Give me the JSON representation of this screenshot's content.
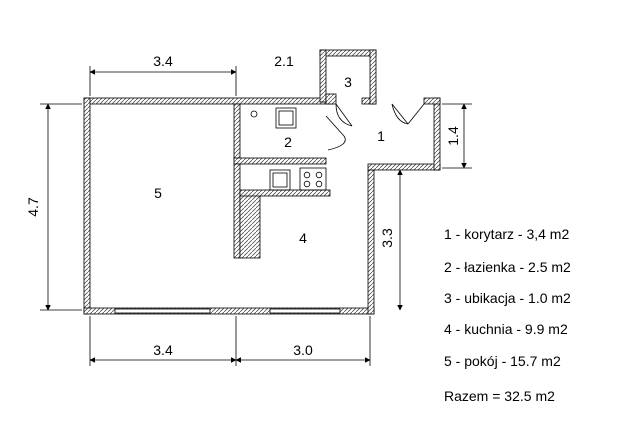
{
  "dimensions": {
    "top_left": "3.4",
    "top_right": "2.1",
    "left": "4.7",
    "right_upper": "1.4",
    "right_lower": "3.3",
    "bottom_left": "3.4",
    "bottom_right": "3.0"
  },
  "rooms": {
    "r1": "1",
    "r2": "2",
    "r3": "3",
    "r4": "4",
    "r5": "5"
  },
  "legend": [
    "1 - korytarz - 3,4 m2",
    "2 - łazienka - 2.5 m2",
    "3 - ubikacja - 1.0 m2",
    "4 - kuchnia -  9.9 m2",
    "5 - pokój -  15.7 m2"
  ],
  "total": "Razem = 32.5 m2"
}
